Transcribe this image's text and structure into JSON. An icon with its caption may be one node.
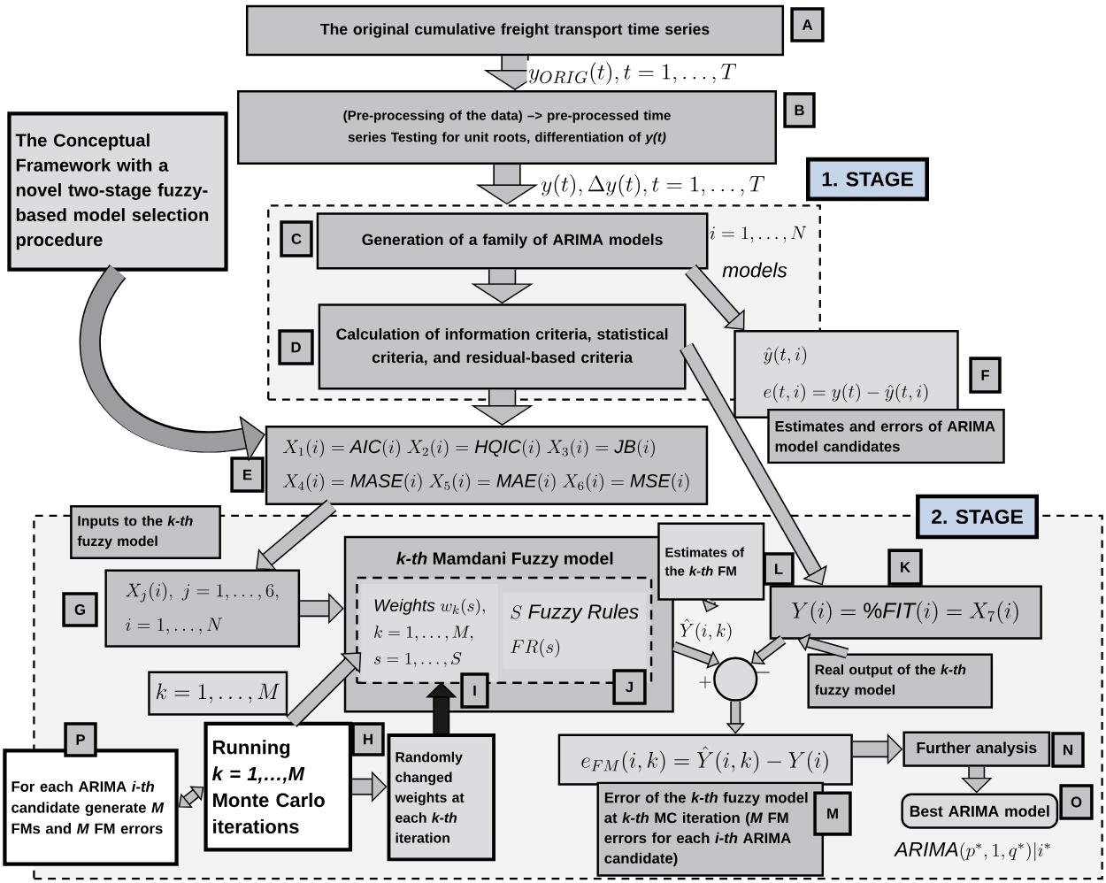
{
  "diagram": {
    "nodes": [
      {
        "text": [
          "The Conceptual Framework with a novel two-stage fuzzy-based model selection procedure"
        ]
      },
      {
        "text": [
          "The original cumulative freight transport time series"
        ],
        "beside": [
          "A"
        ]
      },
      {
        "text": [
          "(Pre-processing of the data) –> pre-processed time series Testing for unit roots, differentiation of *y(t)*"
        ],
        "beside": [
          "B"
        ]
      },
      {
        "text": [
          "1. STAGE"
        ]
      },
      {
        "text": [
          "Generation of a family of ARIMA models"
        ],
        "in": 3,
        "beside": [
          "C"
        ]
      },
      {
        "text": [
          "Calculation of information criteria, statistical criteria, and residual-based criteria"
        ],
        "in": 3,
        "beside": [
          "D"
        ]
      },
      {
        "text": [
          "\\hat{y}(t,i)",
          "e(t,i)=y(t)-\\hat{y}(t,i)"
        ],
        "beside": [
          "F"
        ]
      },
      {
        "text": [
          "Estimates and errors of ARIMA model candidates"
        ]
      },
      {
        "text": [
          "X_1(i)=\\mathit{AIC}(i)\\ X_2(i)=\\mathit{HQIC}(i)\\ X_3(i)=\\mathit{JB}(i)",
          "X_4(i)=\\mathit{MASE}(i)\\ X_5(i)=\\mathit{MAE}(i)\\ X_6(i)=\\mathit{MSE}(i)"
        ],
        "beside": [
          "E"
        ]
      },
      {
        "text": [
          "2. STAGE"
        ]
      },
      {
        "text": [
          "Inputs to the *k-th* fuzzy model"
        ]
      },
      {
        "text": [
          "X_j(i),\\ j=1,\\dots,6,",
          "i=1,\\dots,N"
        ],
        "in": 9,
        "beside": [
          "G"
        ]
      },
      {
        "text": [
          "*k-th* Mamdani Fuzzy model"
        ],
        "in": 9
      },
      {
        "text": [],
        "shape": "box",
        "in": 12,
        "beside": [
          "J"
        ]
      },
      {
        "text": [
          "\\mathit{Weights}\\ w_k(s),",
          "k=1,\\dots,M,",
          "s=1,\\dots,S"
        ],
        "in": 13,
        "beside": [
          "I"
        ]
      },
      {
        "text": [
          "S\\ \\mathit{Fuzzy\\ Rules}",
          "FR(s)"
        ],
        "in": 13
      },
      {
        "text": [
          "k=1,\\dots,M"
        ],
        "in": 9
      },
      {
        "text": [
          "Running *k = 1,…,M* Monte Carlo iterations"
        ],
        "in": 9,
        "beside": [
          "H"
        ]
      },
      {
        "text": [
          "For each ARIMA *i-th* candidate generate *M* FMs and *M* FM errors"
        ],
        "beside": [
          "P"
        ]
      },
      {
        "text": [
          "Randomly changed weights at each *k-th* iteration"
        ],
        "in": 9
      },
      {
        "text": [
          "Estimates of the *k-th* FM"
        ],
        "in": 9,
        "beside": [
          "L"
        ]
      },
      {
        "text": [
          "\\hat{Y}(i,k)"
        ],
        "in": 9
      },
      {
        "text": [],
        "shape": "circle",
        "in": 9
      },
      {
        "text": [
          "Y(i)=\\%\\mathit{FIT}(i)=X_7(i)"
        ],
        "in": 9,
        "beside": [
          "K"
        ]
      },
      {
        "text": [
          "Real output of the *k-th* fuzzy model"
        ],
        "in": 9
      },
      {
        "text": [
          "e_{FM}(i,k)=\\hat{Y}(i,k)-Y(i)"
        ],
        "in": 9
      },
      {
        "text": [
          "Error of the *k-th* fuzzy model at *k-th* MC iteration (*M* FM errors for each *i-th* ARIMA candidate)"
        ],
        "in": 9,
        "beside": [
          "M"
        ]
      },
      {
        "text": [
          "Further analysis"
        ],
        "in": 9,
        "beside": [
          "N"
        ]
      },
      {
        "text": [
          "Best ARIMA model"
        ],
        "in": 9,
        "beside": [
          "O",
          "\\mathit{ARIMA}(p^*,1,q^*)|i^*"
        ]
      }
    ],
    "edges": [
      {
        "from": 0,
        "to": 8,
        "arrow": "to"
      },
      {
        "from": 1,
        "to": 2,
        "arrow": "to",
        "label": "y_{ORIG}(t),t=1,\\dots,T",
        "style": "thick"
      },
      {
        "from": 2,
        "to": 3,
        "arrow": "to",
        "label": "y(t),\\Delta y(t),t=1,\\dots,T",
        "style": "thick"
      },
      {
        "from": 4,
        "to": 5,
        "arrow": "to",
        "style": "thick"
      },
      {
        "from": 4,
        "to": 6,
        "arrow": "to"
      },
      {
        "from": 5,
        "to": 8,
        "arrow": "to",
        "style": "thick"
      },
      {
        "from": 5,
        "to": 23,
        "arrow": "to"
      },
      {
        "from": 8,
        "to": 11,
        "arrow": "to"
      },
      {
        "from": 11,
        "to": 12,
        "arrow": "to"
      },
      {
        "from": 17,
        "to": 14,
        "arrow": "to"
      },
      {
        "from": 17,
        "to": 19,
        "arrow": "to"
      },
      {
        "from": 19,
        "to": 14,
        "arrow": "to",
        "color": "#1a1a1a"
      },
      {
        "from": 18,
        "to": 17,
        "arrow": "both"
      },
      {
        "from": 20,
        "to": 21,
        "arrow": "to"
      },
      {
        "from": 12,
        "to": 22,
        "arrow": "to"
      },
      {
        "from": 23,
        "to": 22,
        "arrow": "to"
      },
      {
        "from": 24,
        "to": 23,
        "arrow": "to"
      },
      {
        "from": 22,
        "to": 25,
        "arrow": "to"
      },
      {
        "from": 25,
        "to": 27,
        "arrow": "to"
      },
      {
        "from": 27,
        "to": 28,
        "arrow": "to"
      }
    ],
    "labels": [
      "i=1,\\dots,N",
      "\\mathit{models}",
      "+",
      "-"
    ]
  }
}
